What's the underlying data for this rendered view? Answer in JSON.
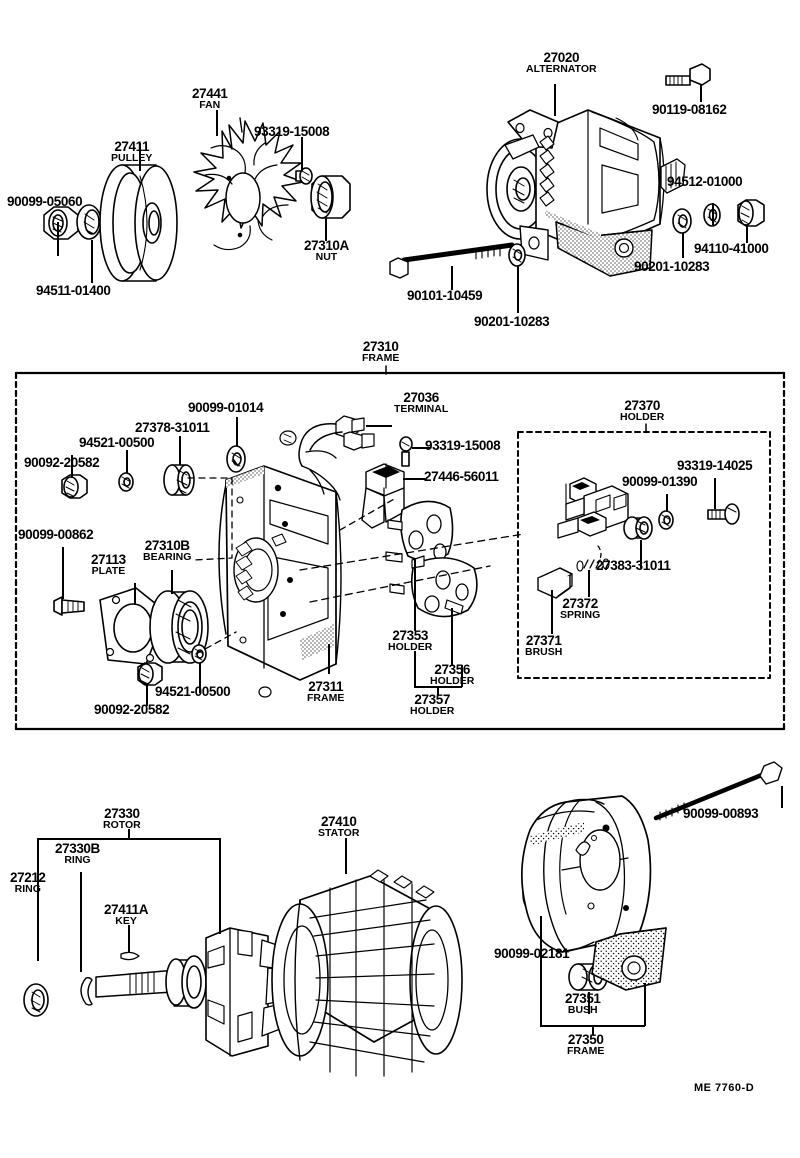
{
  "sheet": {
    "corner_code": "ME 7760-D",
    "background": "#ffffff",
    "ink": "#000000"
  },
  "groups": {
    "frame_box_27310": {
      "number": "27310",
      "name": "FRAME"
    },
    "holder_box_27370": {
      "number": "27370",
      "name": "HOLDER"
    }
  },
  "sections": {
    "pulley_fan": {
      "labels": [
        {
          "number": "27441",
          "name": "FAN"
        },
        {
          "number": "27411",
          "name": "PULLEY"
        },
        {
          "number": "93319-15008",
          "name": ""
        },
        {
          "number": "90099-05060",
          "name": ""
        },
        {
          "number": "94511-01400",
          "name": ""
        },
        {
          "number": "27310A",
          "name": "NUT"
        }
      ]
    },
    "alternator_assy": {
      "labels": [
        {
          "number": "27020",
          "name": "ALTERNATOR"
        },
        {
          "number": "90119-08162",
          "name": ""
        },
        {
          "number": "94512-01000",
          "name": ""
        },
        {
          "number": "94110-41000",
          "name": ""
        },
        {
          "number": "90201-10283",
          "name": ""
        },
        {
          "number": "90101-10459",
          "name": ""
        },
        {
          "number": "90201-10283",
          "name": ""
        }
      ]
    },
    "frame_assy": {
      "labels": [
        {
          "number": "90099-01014",
          "name": ""
        },
        {
          "number": "27378-31011",
          "name": ""
        },
        {
          "number": "94521-00500",
          "name": ""
        },
        {
          "number": "90092-20582",
          "name": ""
        },
        {
          "number": "90099-00862",
          "name": ""
        },
        {
          "number": "27310B",
          "name": "BEARING"
        },
        {
          "number": "27113",
          "name": "PLATE"
        },
        {
          "number": "94521-00500",
          "name": ""
        },
        {
          "number": "90092-20582",
          "name": ""
        },
        {
          "number": "27311",
          "name": "FRAME"
        },
        {
          "number": "27036",
          "name": "TERMINAL"
        },
        {
          "number": "93319-15008",
          "name": ""
        },
        {
          "number": "27446-56011",
          "name": ""
        },
        {
          "number": "27353",
          "name": "HOLDER"
        },
        {
          "number": "27356",
          "name": "HOLDER"
        },
        {
          "number": "27357",
          "name": "HOLDER"
        }
      ]
    },
    "brush_holder": {
      "labels": [
        {
          "number": "93319-14025",
          "name": ""
        },
        {
          "number": "90099-01390",
          "name": ""
        },
        {
          "number": "27383-31011",
          "name": ""
        },
        {
          "number": "27372",
          "name": "SPRING"
        },
        {
          "number": "27371",
          "name": "BRUSH"
        }
      ]
    },
    "rotor_stator": {
      "labels": [
        {
          "number": "27330",
          "name": "ROTOR"
        },
        {
          "number": "27330B",
          "name": "RING"
        },
        {
          "number": "27212",
          "name": "RING"
        },
        {
          "number": "27411A",
          "name": "KEY"
        },
        {
          "number": "27410",
          "name": "STATOR"
        }
      ]
    },
    "rear_frame": {
      "labels": [
        {
          "number": "90099-00893",
          "name": ""
        },
        {
          "number": "90099-02181",
          "name": ""
        },
        {
          "number": "27351",
          "name": "BUSH"
        },
        {
          "number": "27350",
          "name": "FRAME"
        }
      ]
    }
  }
}
